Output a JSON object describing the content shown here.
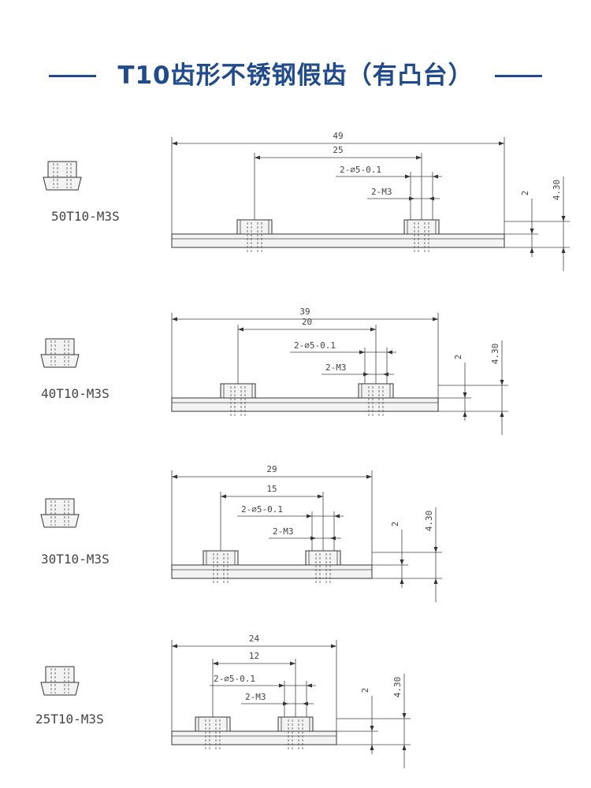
{
  "page": {
    "title": "T10齿形不锈钢假齿（有凸台）"
  },
  "parts": [
    {
      "model": "50T10-M3S",
      "overall": "49",
      "pitch": "25",
      "hole_spec": "2-⌀5-0.1",
      "thread_spec": "2-M3",
      "height_small": "2",
      "height_total": "4.30"
    },
    {
      "model": "40T10-M3S",
      "overall": "39",
      "pitch": "20",
      "hole_spec": "2-⌀5-0.1",
      "thread_spec": "2-M3",
      "height_small": "2",
      "height_total": "4.30"
    },
    {
      "model": "30T10-M3S",
      "overall": "29",
      "pitch": "15",
      "hole_spec": "2-⌀5-0.1",
      "thread_spec": "2-M3",
      "height_small": "2",
      "height_total": "4.30"
    },
    {
      "model": "25T10-M3S",
      "overall": "24",
      "pitch": "12",
      "hole_spec": "2-⌀5-0.1",
      "thread_spec": "2-M3",
      "height_small": "2",
      "height_total": "4.30"
    }
  ]
}
